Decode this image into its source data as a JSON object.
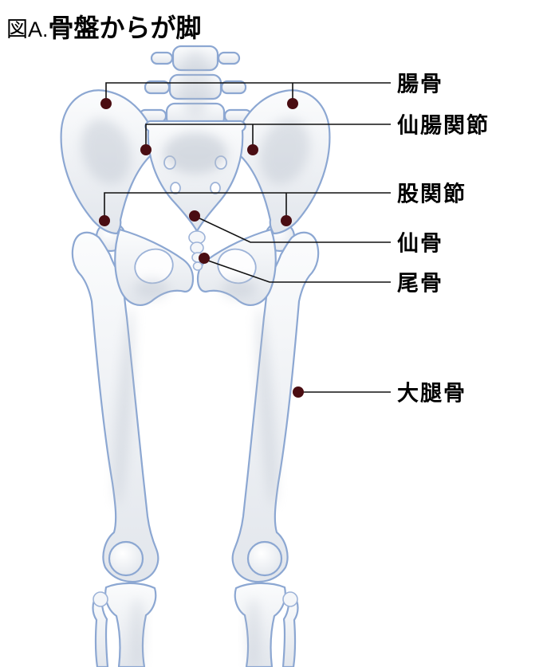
{
  "figure": {
    "title_prefix": "図A.",
    "title_main": "骨盤からが脚"
  },
  "labels": {
    "ilium": "腸骨",
    "sacroiliac": "仙腸関節",
    "hip": "股関節",
    "sacrum": "仙骨",
    "coccyx": "尾骨",
    "femur": "大腿骨"
  },
  "marker_points": [
    "ilium-left",
    "ilium-right",
    "sacroiliac-joint-left",
    "sacroiliac-joint-right",
    "hip-joint-left",
    "hip-joint-right",
    "sacrum",
    "coccyx",
    "femur-right-shaft"
  ],
  "colors": {
    "marker": "#4a0d12",
    "bone_outline": "#8ca7d2",
    "leader_line": "#111111",
    "text": "#000000",
    "background": "#ffffff"
  }
}
